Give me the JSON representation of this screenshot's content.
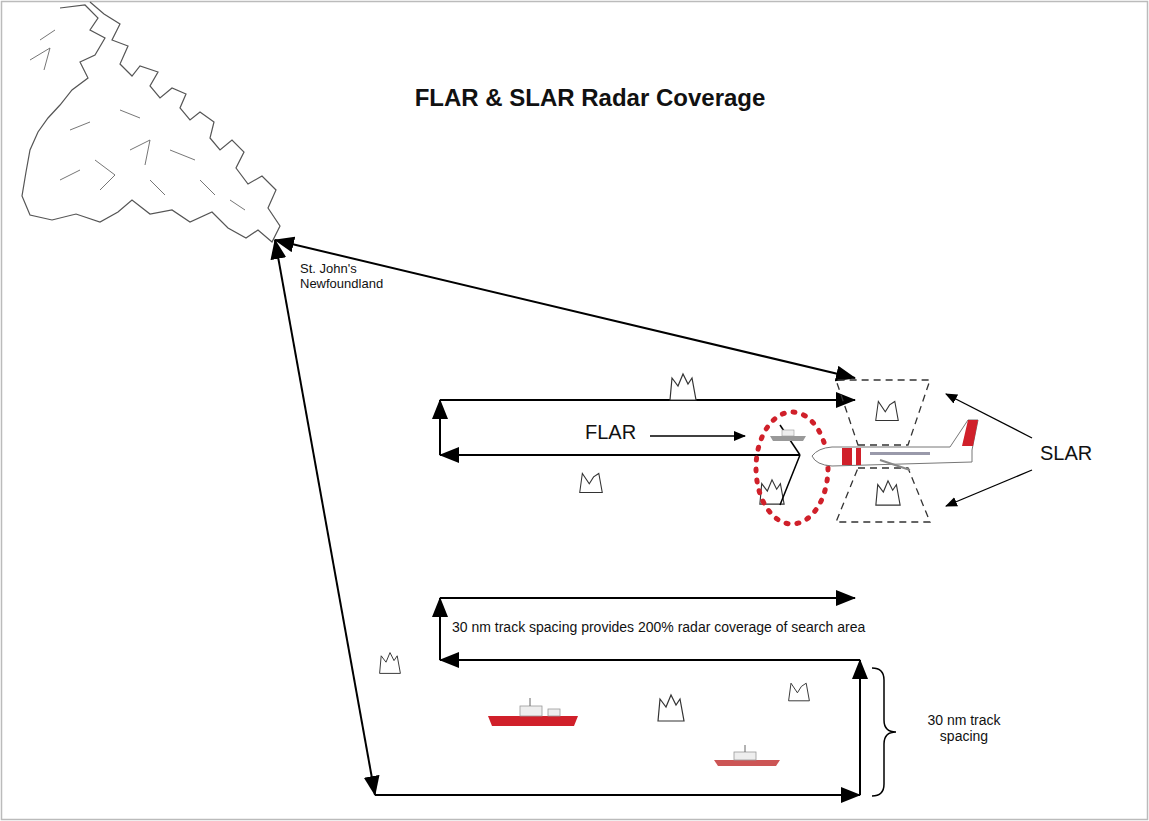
{
  "diagram": {
    "title": "FLAR & SLAR Radar Coverage",
    "labels": [
      "St. John's Newfoundland",
      "FLAR",
      "SLAR",
      "30 nm track spacing provides 200% radar coverage of search area",
      "30 nm track spacing"
    ]
  }
}
